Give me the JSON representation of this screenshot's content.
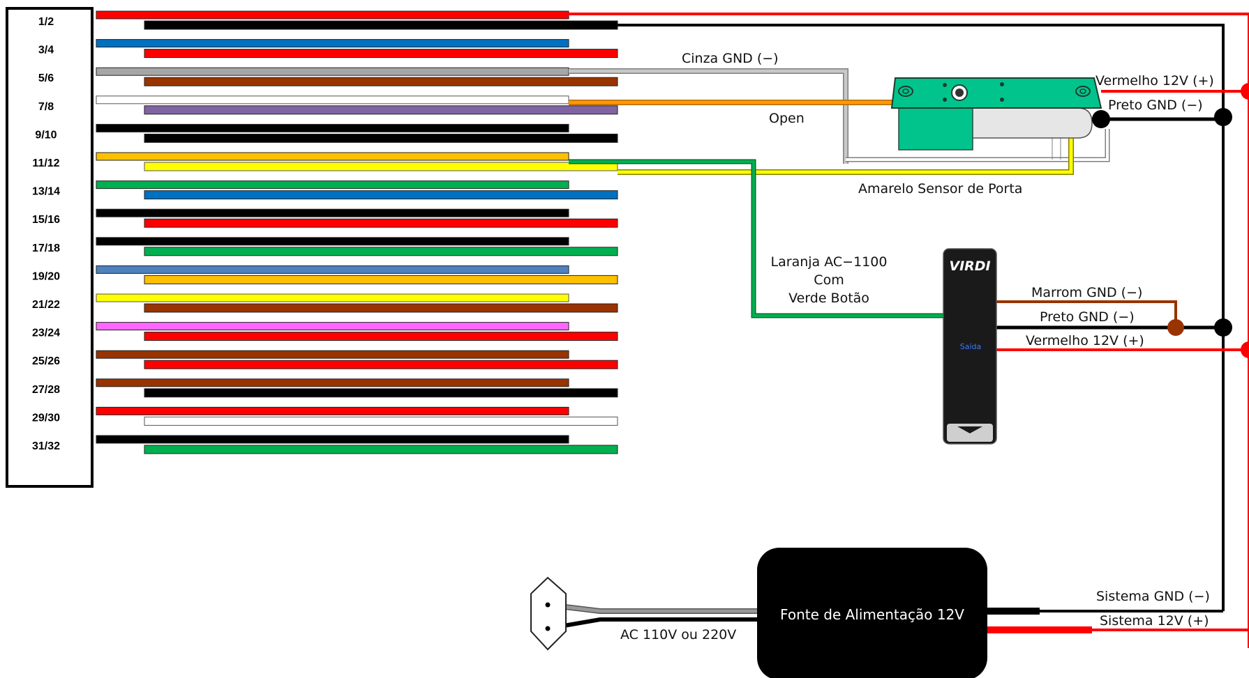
{
  "connector": {
    "pins": [
      {
        "label": "1/2",
        "top": "#ff0000",
        "bottom": "#000000"
      },
      {
        "label": "3/4",
        "top": "#0070c0",
        "bottom": "#ff0000"
      },
      {
        "label": "5/6",
        "top": "#a6a6a6",
        "bottom": "#993300"
      },
      {
        "label": "7/8",
        "top": "#ffffff",
        "bottom": "#8064a2"
      },
      {
        "label": "9/10",
        "top": "#000000",
        "bottom": "#000000"
      },
      {
        "label": "11/12",
        "top": "#ffc000",
        "bottom": "#ffff00"
      },
      {
        "label": "13/14",
        "top": "#00b050",
        "bottom": "#0070c0"
      },
      {
        "label": "15/16",
        "top": "#000000",
        "bottom": "#ff0000"
      },
      {
        "label": "17/18",
        "top": "#000000",
        "bottom": "#00b050"
      },
      {
        "label": "19/20",
        "top": "#4f81bd",
        "bottom": "#ffc000"
      },
      {
        "label": "21/22",
        "top": "#ffff00",
        "bottom": "#993300"
      },
      {
        "label": "23/24",
        "top": "#ff66ff",
        "bottom": "#ff0000"
      },
      {
        "label": "25/26",
        "top": "#993300",
        "bottom": "#ff0000"
      },
      {
        "label": "27/28",
        "top": "#993300",
        "bottom": "#000000"
      },
      {
        "label": "29/30",
        "top": "#ff0000",
        "bottom": "#ffffff"
      },
      {
        "label": "31/32",
        "top": "#000000",
        "bottom": "#00b050"
      }
    ]
  },
  "labels": {
    "cinza_gnd": "Cinza GND (−)",
    "open": "Open",
    "vermelho_12v_lock": "Vermelho 12V  (+)",
    "preto_gnd_lock": "Preto GND (−)",
    "amarelo_sensor": "Amarelo Sensor de Porta",
    "laranja_line1": "Laranja AC−1100",
    "laranja_line2": "Com",
    "laranja_line3": "Verde Botão",
    "marrom_gnd": "Marrom GND (−)",
    "preto_gnd_button": "Preto GND (−)",
    "vermelho_12v_button": "Vermelho 12V  (+)",
    "sistema_gnd": "Sistema GND (−)",
    "sistema_12v": "Sistema 12V (+)",
    "ac_input": "AC 110V ou 220V"
  },
  "button_device": {
    "brand": "VIRDI",
    "caption": "Saída"
  },
  "power_supply": {
    "label": "Fonte de Alimentação 12V"
  },
  "colors": {
    "red": "#ff0000",
    "black": "#000000",
    "gray": "#a6a6a6",
    "orange": "#ff9900",
    "yellow": "#ffff00",
    "green": "#00b050",
    "brown": "#993300",
    "lock_green": "#00c48c"
  }
}
